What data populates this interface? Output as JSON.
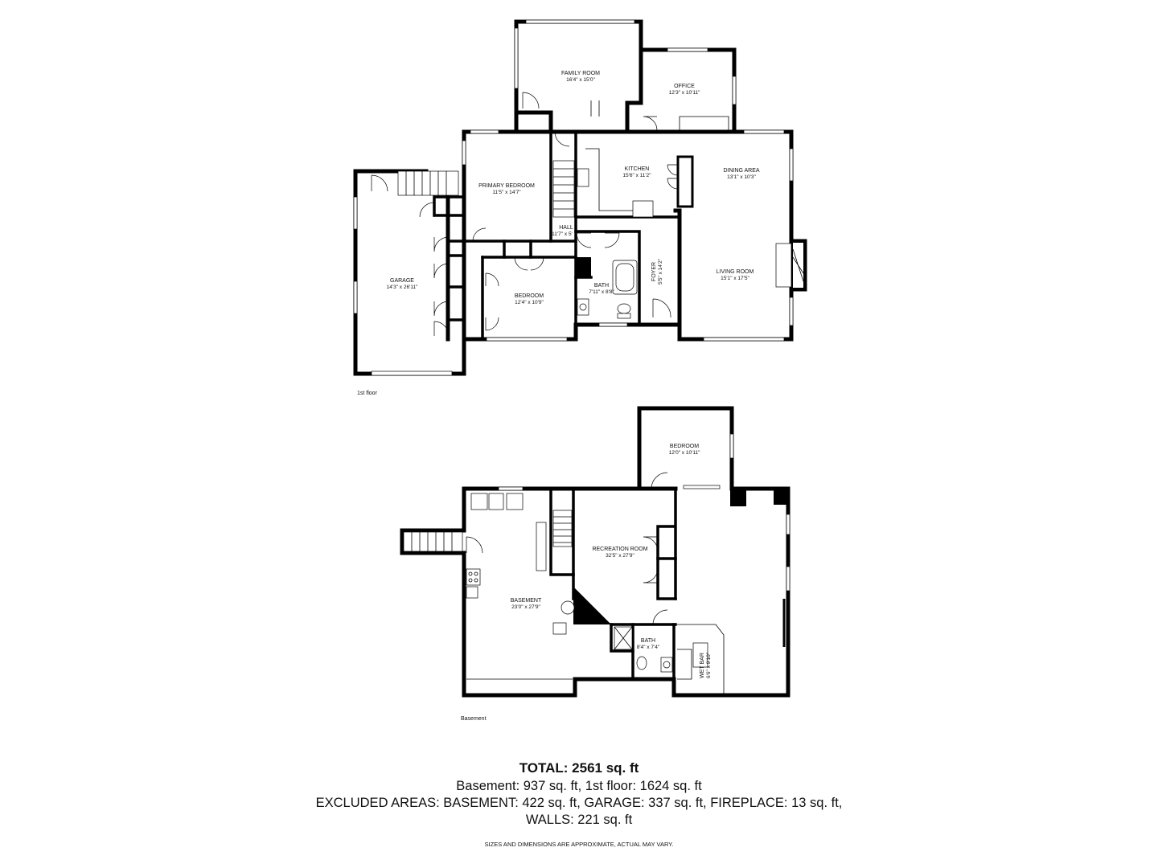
{
  "floors": [
    {
      "caption": "1st floor",
      "rooms": [
        {
          "key": "family",
          "name": "FAMILY ROOM",
          "dim": "16'4\" x 15'0\""
        },
        {
          "key": "office",
          "name": "OFFICE",
          "dim": "12'3\" x 10'11\""
        },
        {
          "key": "primary",
          "name": "PRIMARY BEDROOM",
          "dim": "11'5\" x 14'7\""
        },
        {
          "key": "kitchen",
          "name": "KITCHEN",
          "dim": "15'6\" x 11'2\""
        },
        {
          "key": "dining",
          "name": "DINING AREA",
          "dim": "13'1\" x 10'3\""
        },
        {
          "key": "garage",
          "name": "GARAGE",
          "dim": "14'3\" x 26'11\""
        },
        {
          "key": "hall",
          "name": "HALL",
          "dim": "11'7\" x 5'"
        },
        {
          "key": "foyer",
          "name": "FOYER",
          "dim": "5'5\" x 14'2\""
        },
        {
          "key": "living",
          "name": "LIVING ROOM",
          "dim": "15'1\" x 17'5\""
        },
        {
          "key": "bedroom1",
          "name": "BEDROOM",
          "dim": "12'4\" x 10'9\""
        },
        {
          "key": "bath1",
          "name": "BATH",
          "dim": "7'11\" x 8'8\""
        }
      ]
    },
    {
      "caption": "Basement",
      "rooms": [
        {
          "key": "bedroom2",
          "name": "BEDROOM",
          "dim": "12'0\" x 10'11\""
        },
        {
          "key": "recreation",
          "name": "RECREATION ROOM",
          "dim": "32'5\" x 27'9\""
        },
        {
          "key": "basement",
          "name": "BASEMENT",
          "dim": "23'0\" x 27'9\""
        },
        {
          "key": "bath2",
          "name": "BATH",
          "dim": "8'4\" x 7'4\""
        },
        {
          "key": "wetbar",
          "name": "WET BAR",
          "dim": "6'6\" x 9'10\""
        }
      ]
    }
  ],
  "summary": {
    "total": "TOTAL: 2561 sq. ft",
    "line1": "Basement: 937 sq. ft, 1st floor: 1624 sq. ft",
    "line2": "EXCLUDED AREAS: BASEMENT: 422 sq. ft, GARAGE: 337 sq. ft, FIREPLACE: 13 sq. ft,",
    "line3": "WALLS: 221 sq. ft",
    "disclaimer": "SIZES AND DIMENSIONS ARE APPROXIMATE, ACTUAL MAY VARY."
  }
}
